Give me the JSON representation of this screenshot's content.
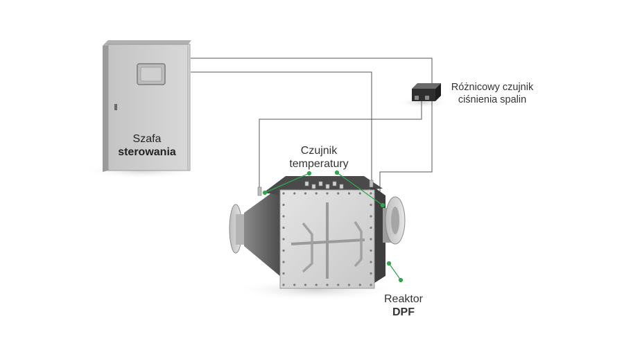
{
  "labels": {
    "cabinet_line1": "Szafa",
    "cabinet_line2": "sterowania",
    "sensor_line1": "Różnicowy czujnik",
    "sensor_line2": "ciśnienia spalin",
    "temp_line1": "Czujnik",
    "temp_line2": "temperatury",
    "reactor_line1": "Reaktor",
    "reactor_line2": "DPF"
  },
  "colors": {
    "wire": "#555555",
    "callout": "#2fa84f",
    "cabinet": "#c9c9c9",
    "reactor_face": "#d6d6d6",
    "reactor_side": "#5a5a5a"
  }
}
